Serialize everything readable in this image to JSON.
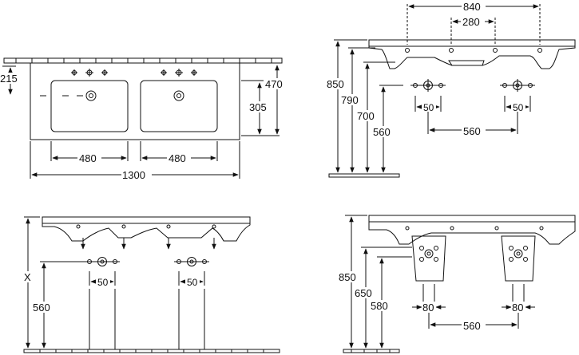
{
  "top_left_view": {
    "dim_left_215": "215",
    "dim_right_470": "470",
    "dim_right_305": "305",
    "dim_bottom_480_a": "480",
    "dim_bottom_480_b": "480",
    "dim_overall_1300": "1300"
  },
  "top_right_view": {
    "dim_top_840": "840",
    "dim_top_280": "280",
    "dim_850": "850",
    "dim_790": "790",
    "dim_700": "700",
    "dim_560": "560",
    "dim_drain_50_a": "50",
    "dim_drain_50_b": "50",
    "dim_drain_spacing_560": "560"
  },
  "bottom_left_view": {
    "dim_x": "X",
    "dim_560": "560",
    "dim_drain_50_a": "50",
    "dim_drain_50_b": "50"
  },
  "bottom_right_view": {
    "dim_850": "850",
    "dim_650": "650",
    "dim_580": "580",
    "dim_80_a": "80",
    "dim_80_b": "80",
    "dim_spacing_560": "560"
  },
  "colors": {
    "line": "#111111",
    "background": "#ffffff"
  }
}
